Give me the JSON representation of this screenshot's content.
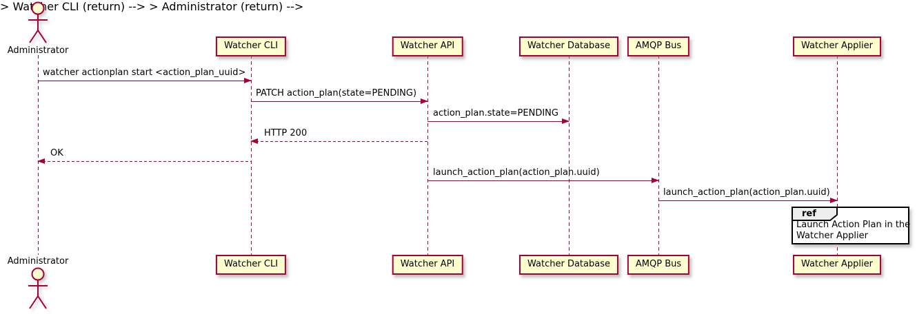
{
  "diagram": {
    "type": "sequence",
    "actor": {
      "name": "Administrator"
    },
    "participants": [
      {
        "label": "Watcher CLI"
      },
      {
        "label": "Watcher API"
      },
      {
        "label": "Watcher Database"
      },
      {
        "label": "AMQP Bus"
      },
      {
        "label": "Watcher Applier"
      }
    ],
    "messages": [
      {
        "from": "Administrator",
        "to": "Watcher CLI",
        "text": "watcher actionplan start <action_plan_uuid>",
        "line": "solid"
      },
      {
        "from": "Watcher CLI",
        "to": "Watcher API",
        "text": "PATCH action_plan(state=PENDING)",
        "line": "solid"
      },
      {
        "from": "Watcher API",
        "to": "Watcher Database",
        "text": "action_plan.state=PENDING",
        "line": "solid"
      },
      {
        "from": "Watcher API",
        "to": "Watcher CLI",
        "text": "HTTP 200",
        "line": "dashed"
      },
      {
        "from": "Watcher CLI",
        "to": "Administrator",
        "text": "OK",
        "line": "dashed"
      },
      {
        "from": "Watcher API",
        "to": "AMQP Bus",
        "text": "launch_action_plan(action_plan.uuid)",
        "line": "solid"
      },
      {
        "from": "AMQP Bus",
        "to": "Watcher Applier",
        "text": "launch_action_plan(action_plan.uuid)",
        "line": "solid"
      }
    ],
    "ref": {
      "keyword": "ref",
      "over": "Watcher Applier",
      "lines": [
        "Launch Action Plan in the",
        "Watcher Applier"
      ]
    },
    "colors": {
      "accent": "#A80036",
      "participant_fill": "#FEFECE",
      "ref_header_fill": "#EEEEEE",
      "ref_border": "#000000",
      "text": "#000000"
    }
  }
}
